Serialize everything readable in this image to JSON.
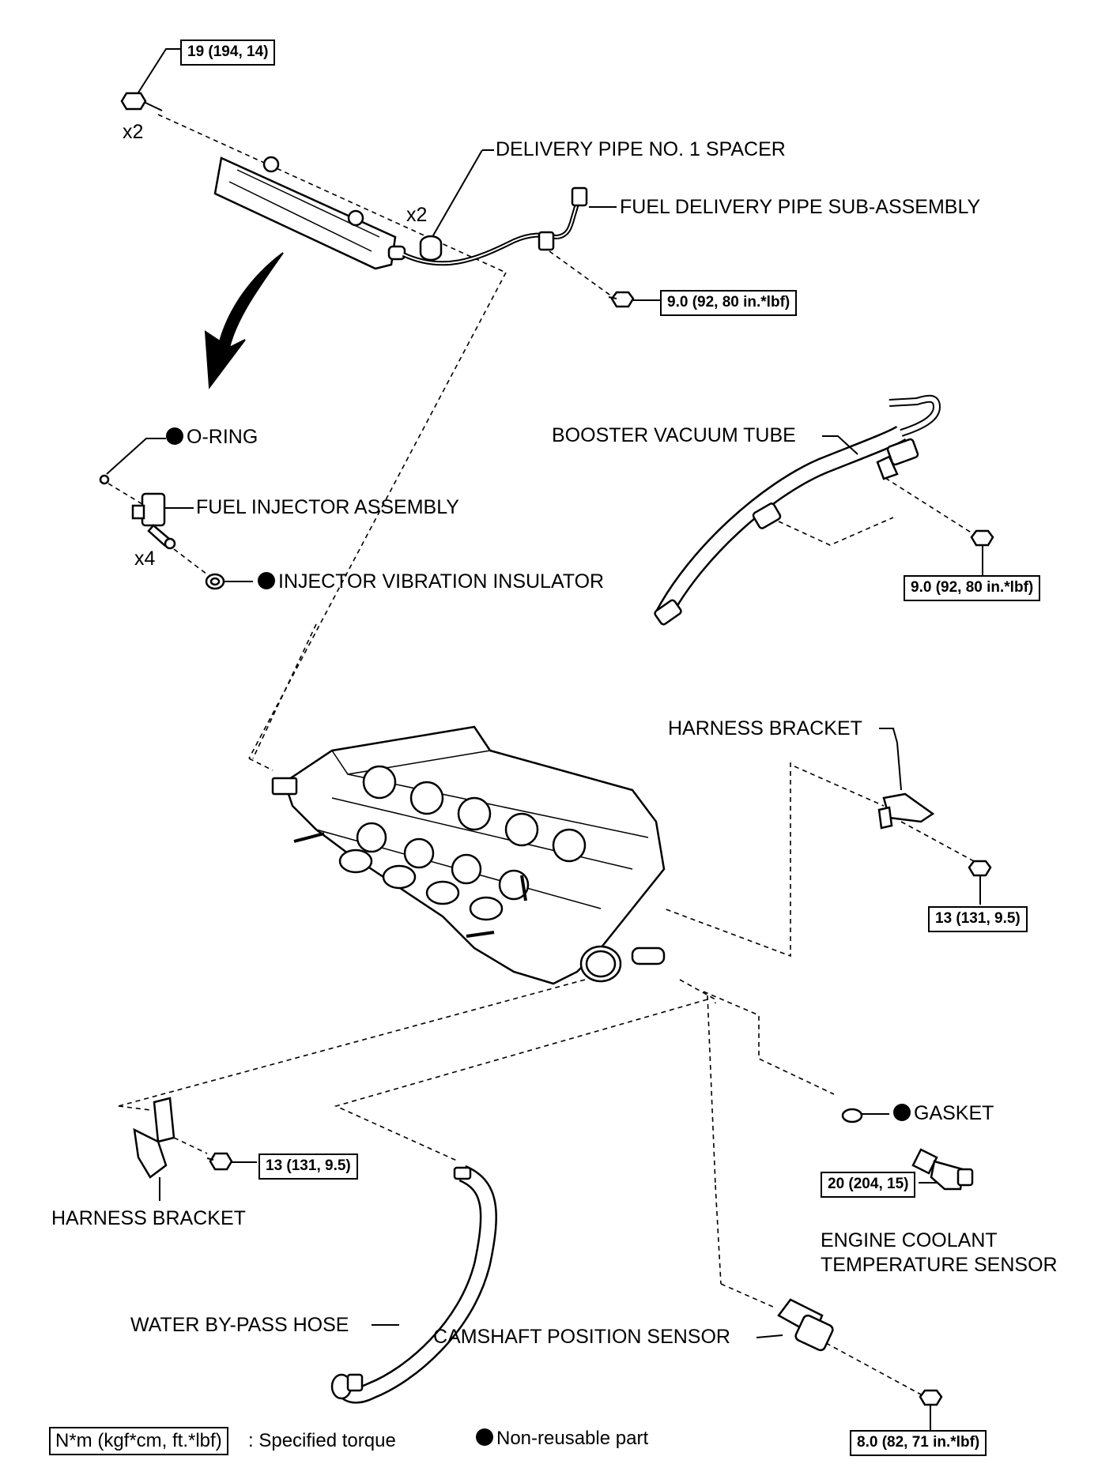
{
  "labels": {
    "delivery_pipe_spacer": "DELIVERY PIPE NO. 1 SPACER",
    "fuel_delivery_pipe": "FUEL DELIVERY PIPE SUB-ASSEMBLY",
    "o_ring": "O-RING",
    "fuel_injector": "FUEL INJECTOR ASSEMBLY",
    "injector_insulator": "INJECTOR VIBRATION INSULATOR",
    "booster_vacuum_tube": "BOOSTER VACUUM TUBE",
    "harness_bracket_right": "HARNESS BRACKET",
    "harness_bracket_left": "HARNESS BRACKET",
    "gasket": "GASKET",
    "engine_coolant_sensor_line1": "ENGINE COOLANT",
    "engine_coolant_sensor_line2": "TEMPERATURE SENSOR",
    "water_bypass_hose": "WATER BY-PASS HOSE",
    "camshaft_position_sensor": "CAMSHAFT POSITION SENSOR"
  },
  "quantities": {
    "delivery_pipe_bolt": "x2",
    "spacer": "x2",
    "injector": "x4"
  },
  "torques": {
    "delivery_pipe_bolt": "19 (194, 14)",
    "fuel_pipe_bolt": "9.0 (92, 80 in.*lbf)",
    "vacuum_tube_bolt": "9.0 (92, 80 in.*lbf)",
    "harness_bracket_right_bolt": "13 (131, 9.5)",
    "harness_bracket_left_bolt": "13 (131, 9.5)",
    "coolant_sensor": "20 (204, 15)",
    "camshaft_sensor_bolt": "8.0 (82, 71 in.*lbf)"
  },
  "legend": {
    "torque_unit_box": "N*m (kgf*cm, ft.*lbf)",
    "torque_unit_text": ": Specified torque",
    "non_reusable": "Non-reusable part"
  }
}
